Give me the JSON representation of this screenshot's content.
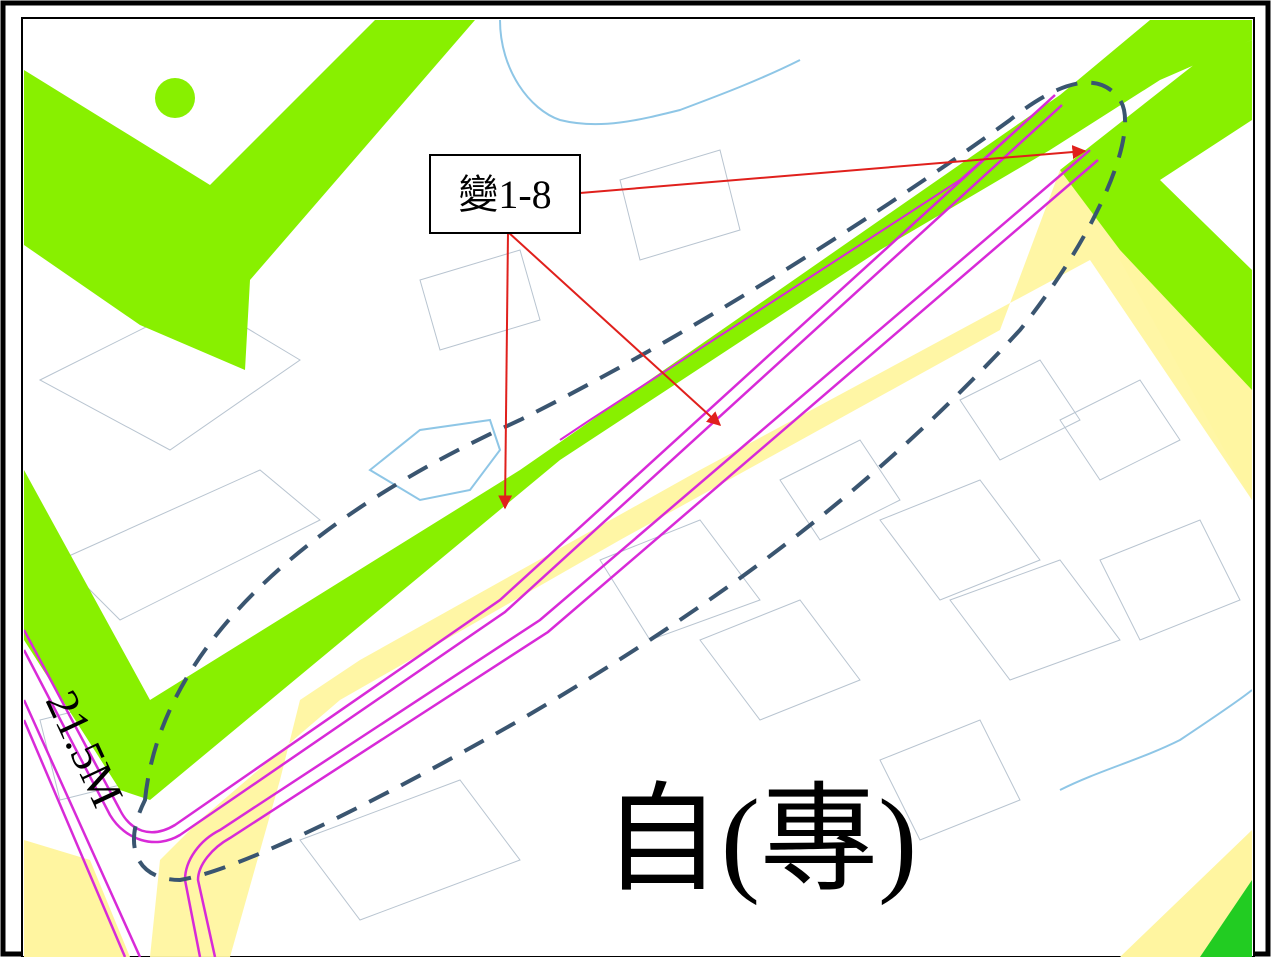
{
  "callout": {
    "label": "變1-8",
    "text_color": "#000000",
    "arrow_color": "#e0201c"
  },
  "zone_label": {
    "text": "自(專)",
    "parts": [
      "自",
      "(",
      "專",
      ")"
    ]
  },
  "road_width_label": {
    "text": "21.5M"
  },
  "colors": {
    "park_green": "#88f000",
    "residential_yellow": "#fff5a0",
    "road_magenta": "#d82ad8",
    "change_area_outline": "#3a5570",
    "contour_blue": "#8ec6e6",
    "cadastral_gray": "#a8b8c8",
    "frame_border": "#000000"
  },
  "legend_icons": [
    "road-line",
    "park-zone",
    "residential-zone",
    "change-boundary"
  ]
}
